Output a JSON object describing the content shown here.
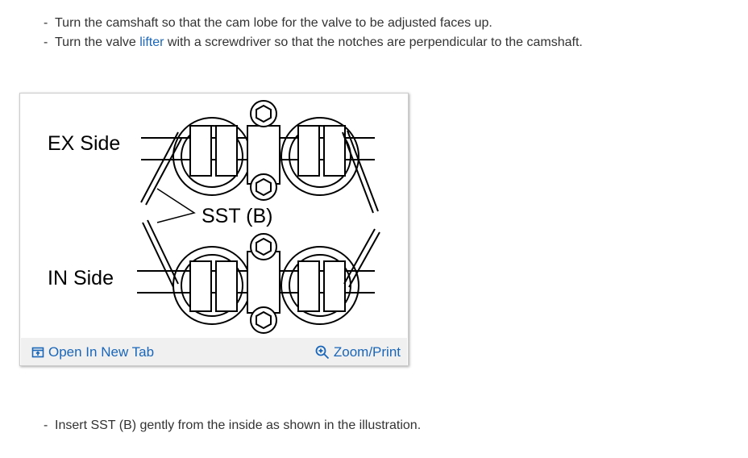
{
  "steps_top": [
    {
      "text": "Turn the camshaft so that the cam lobe for the valve to be adjusted faces up."
    },
    {
      "before": "Turn the valve ",
      "link": "lifter",
      "after": " with a screwdriver so that the notches are perpendicular to the camshaft."
    }
  ],
  "figure": {
    "labels": {
      "ex_side": "EX Side",
      "sst": "SST (B)",
      "in_side": "IN Side"
    },
    "toolbar": {
      "open_tab": "Open In New Tab",
      "zoom_print": "Zoom/Print",
      "icon_open": "open-new-tab-icon",
      "icon_zoom": "zoom-icon"
    }
  },
  "steps_bottom": [
    {
      "text": "Insert SST (B) gently from the inside as shown in the illustration."
    }
  ],
  "colors": {
    "link": "#1a66b8",
    "text": "#333333",
    "toolbar_bg": "#f0f0f0"
  }
}
